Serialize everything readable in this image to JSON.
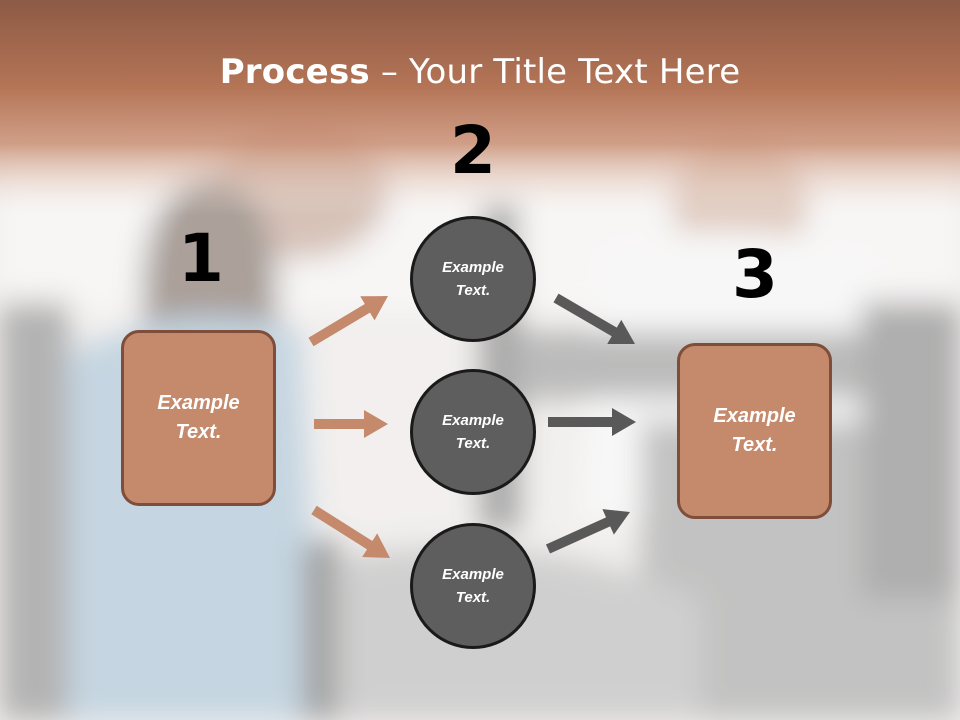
{
  "title": {
    "bold": "Process",
    "rest": " – Your Title Text Here"
  },
  "steps": [
    {
      "number": "1",
      "text": "Example Text."
    },
    {
      "number": "2"
    },
    {
      "number": "3",
      "text": "Example Text."
    }
  ],
  "circles": [
    {
      "text": "Example Text."
    },
    {
      "text": "Example Text."
    },
    {
      "text": "Example Text."
    }
  ],
  "colors": {
    "header": "#b87a5c",
    "box_fill": "#c5896c",
    "box_border": "#7e4e3a",
    "circle_fill": "#5e5e5e",
    "left_arrow": "#c5896c",
    "right_arrow": "#595959"
  }
}
